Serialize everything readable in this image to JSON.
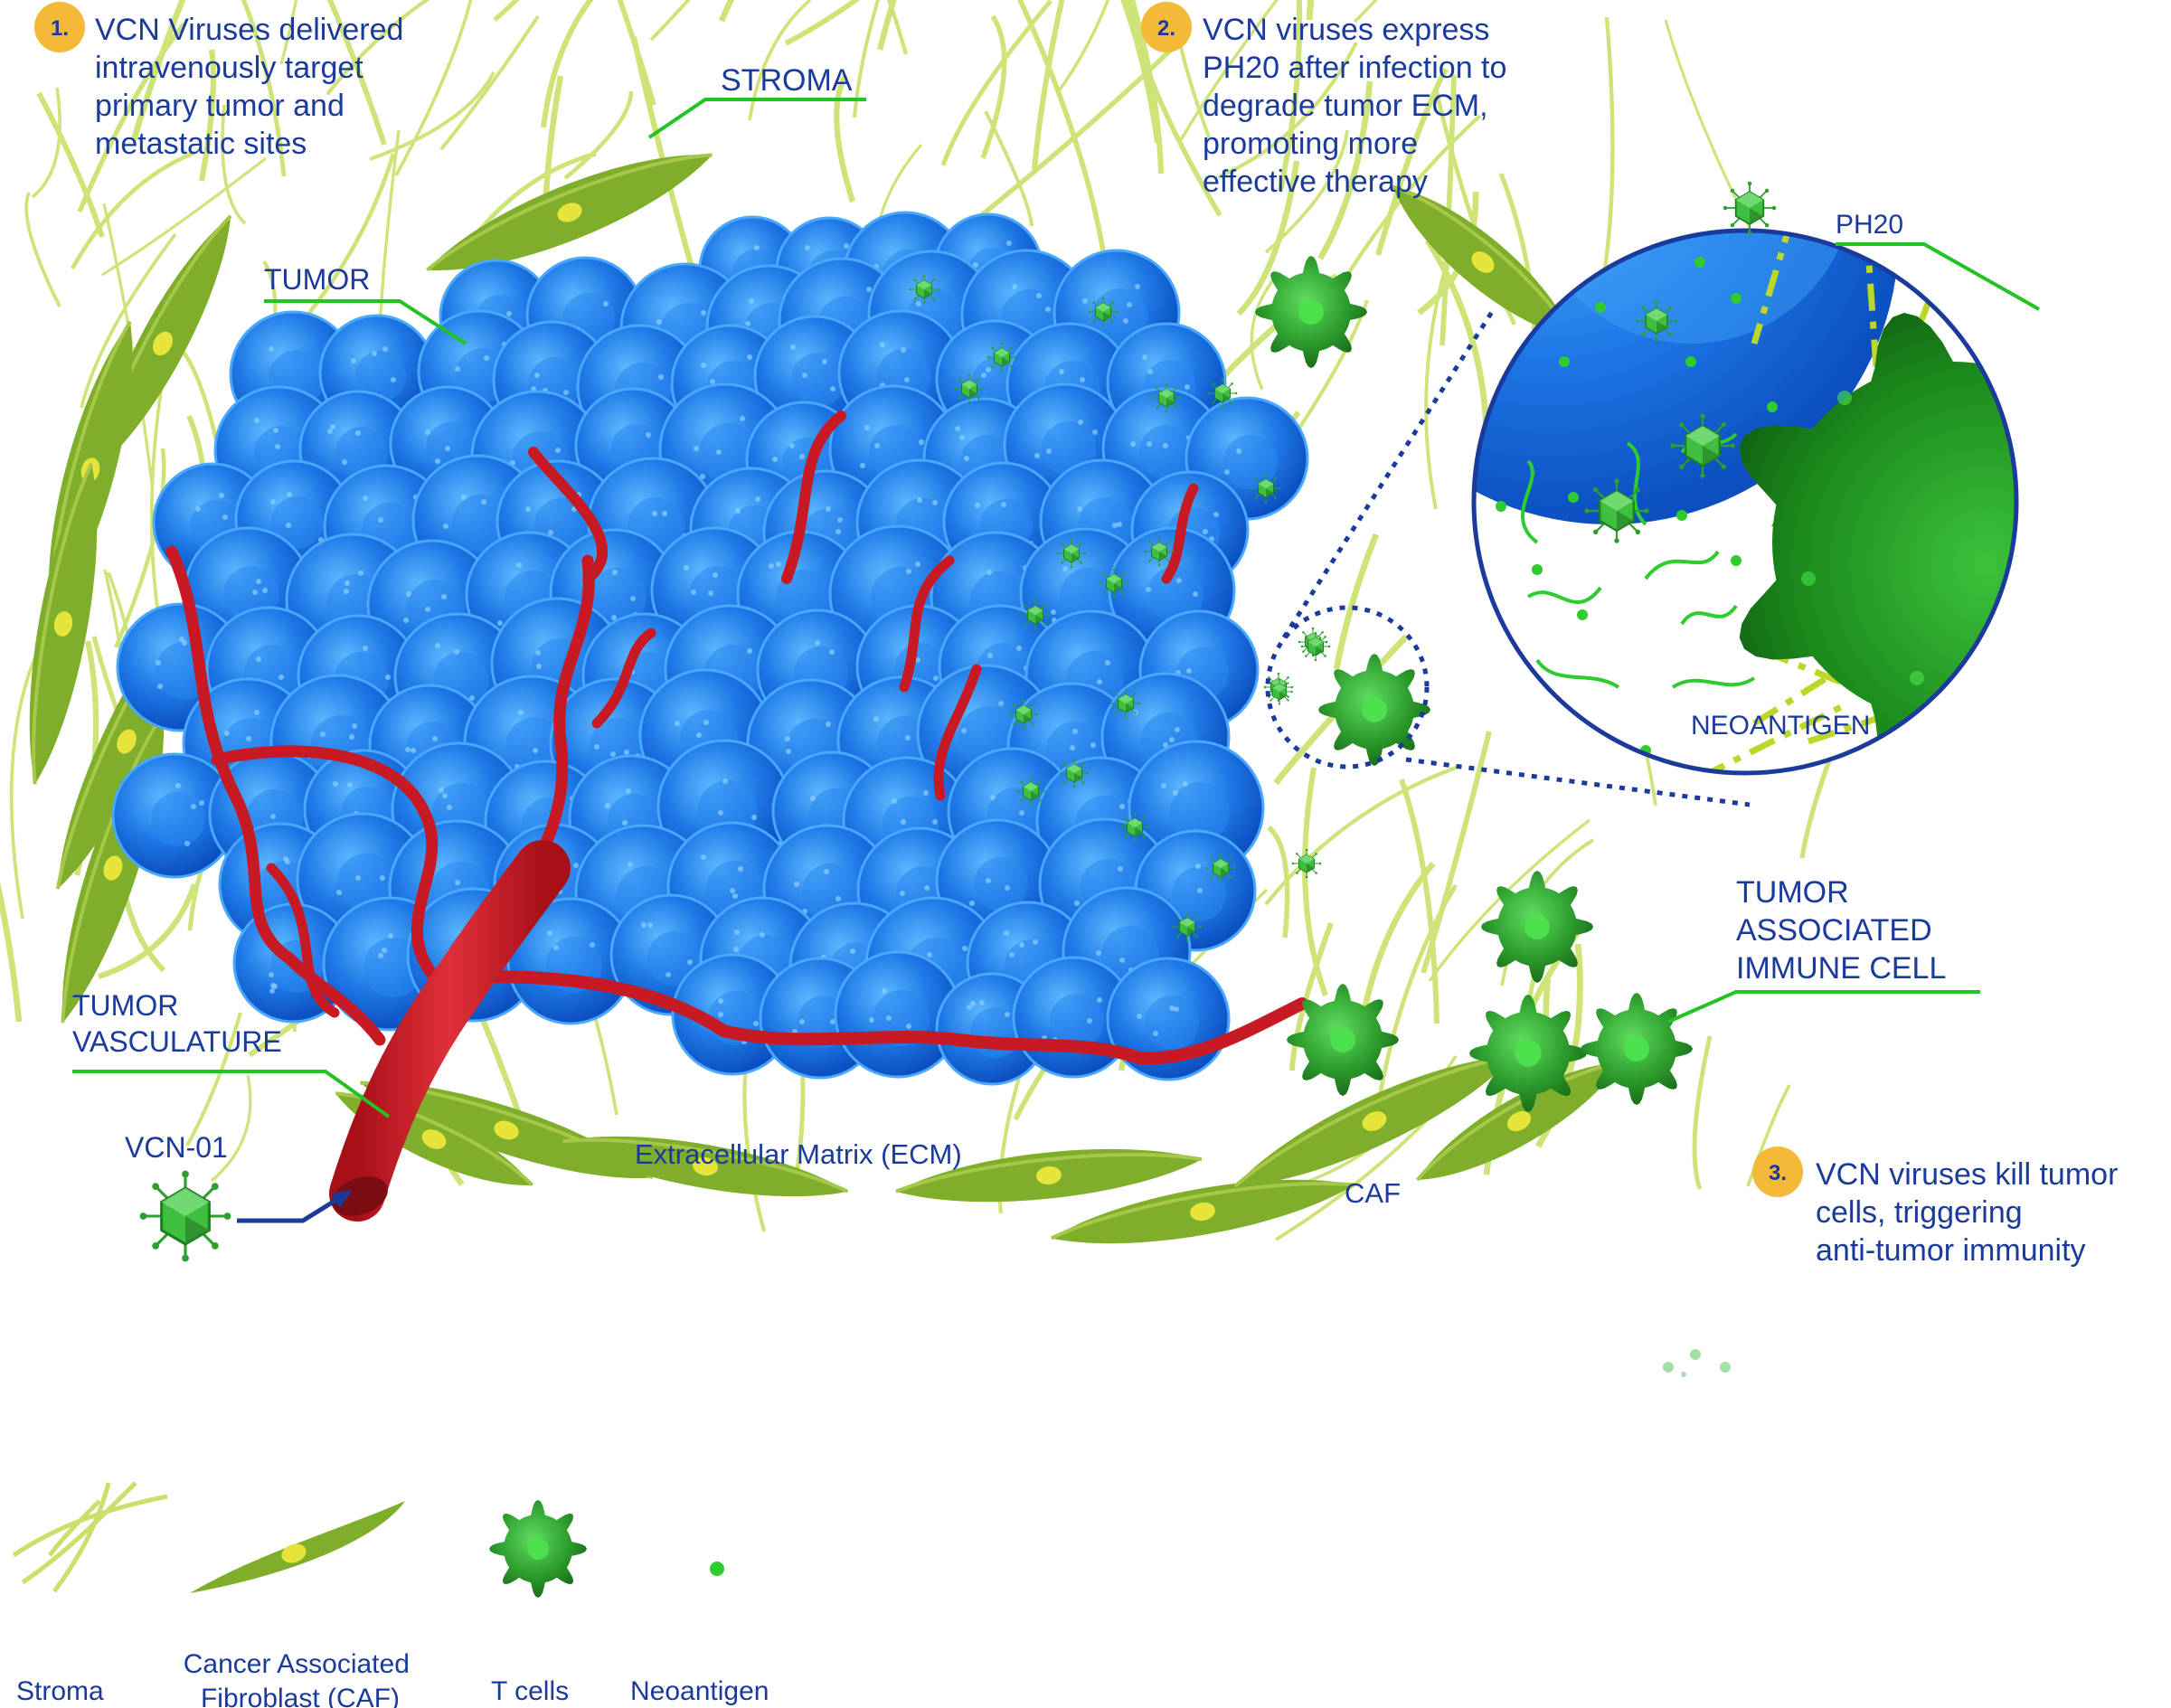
{
  "steps": [
    {
      "number": "1.",
      "lines": [
        "VCN Viruses delivered",
        "intravenously target",
        "primary tumor and",
        "metastatic sites"
      ]
    },
    {
      "number": "2.",
      "lines": [
        "VCN viruses express",
        "PH20 after infection to",
        "degrade tumor ECM,",
        "promoting more",
        "effective therapy"
      ]
    },
    {
      "number": "3.",
      "lines": [
        "VCN viruses kill tumor",
        "cells, triggering",
        "anti-tumor immunity"
      ]
    }
  ],
  "labels": {
    "stroma": "STROMA",
    "tumor": "TUMOR",
    "tumor_vasculature": [
      "TUMOR",
      "VASCULATURE"
    ],
    "vcn01": "VCN-01",
    "ecm": "Extracellular Matrix (ECM)",
    "caf": "CAF",
    "ph20": "PH20",
    "neoantigen": "NEOANTIGEN",
    "immune_cell": [
      "TUMOR",
      "ASSOCIATED",
      "IMMUNE CELL"
    ]
  },
  "legend": [
    {
      "icon": "stroma-icon",
      "lines": [
        "Stroma"
      ]
    },
    {
      "icon": "caf-icon",
      "lines": [
        "Cancer Associated",
        "Fibroblast (CAF)"
      ]
    },
    {
      "icon": "t-cell-icon",
      "lines": [
        "T cells"
      ]
    },
    {
      "icon": "neoantigen-icon",
      "lines": [
        "Neoantigen"
      ]
    }
  ],
  "colors": {
    "label_text": "#1a3a9c",
    "leader_line": "#22c322",
    "badge": "#f5b93a",
    "tumor_cell": "#1e78e6",
    "vessel": "#d4202a",
    "stroma": "#c9e06a",
    "caf": "#7fae2a",
    "immune_cell": "#2e9e2e",
    "virus": "#3fbf3f"
  }
}
